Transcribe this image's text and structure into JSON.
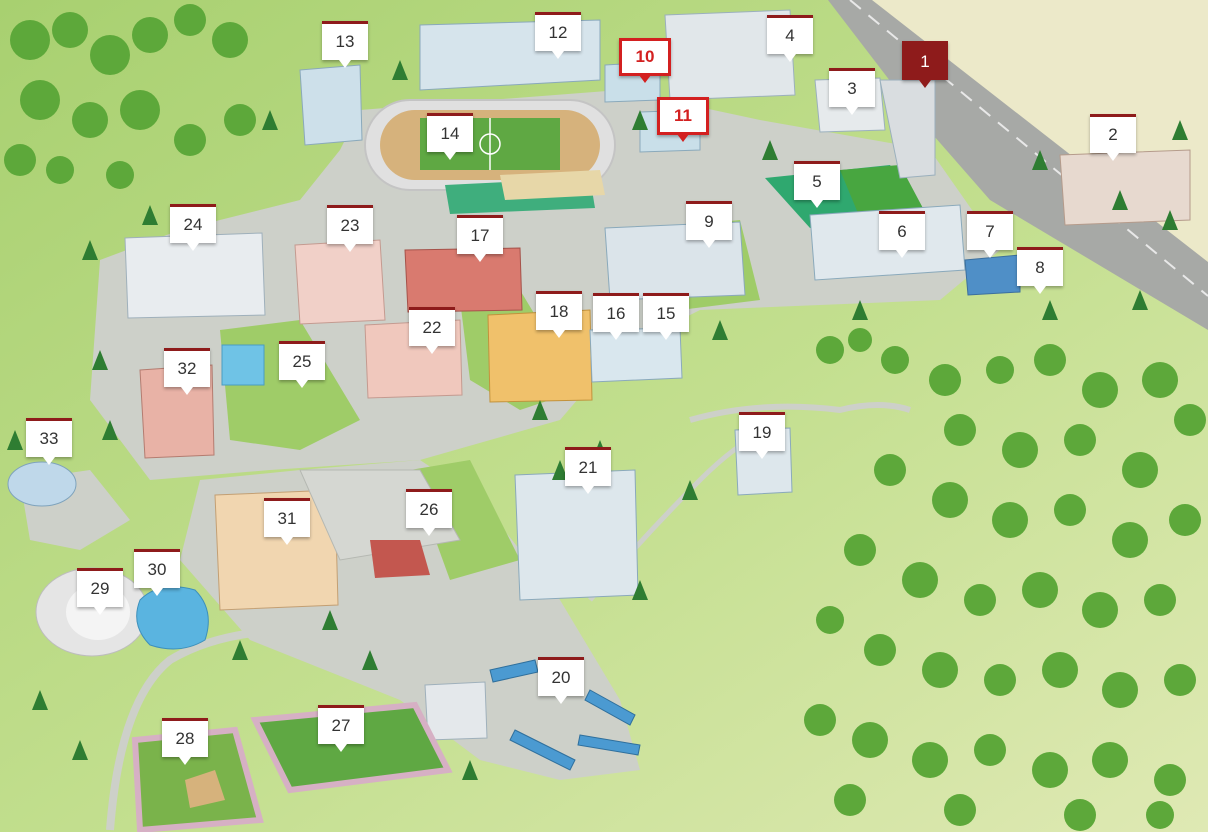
{
  "markers": [
    {
      "id": "marker-1",
      "label": "1",
      "style": "main"
    },
    {
      "id": "marker-2",
      "label": "2",
      "style": "normal"
    },
    {
      "id": "marker-3",
      "label": "3",
      "style": "normal"
    },
    {
      "id": "marker-4",
      "label": "4",
      "style": "normal"
    },
    {
      "id": "marker-5",
      "label": "5",
      "style": "normal"
    },
    {
      "id": "marker-6",
      "label": "6",
      "style": "normal"
    },
    {
      "id": "marker-7",
      "label": "7",
      "style": "normal"
    },
    {
      "id": "marker-8",
      "label": "8",
      "style": "normal"
    },
    {
      "id": "marker-9",
      "label": "9",
      "style": "normal"
    },
    {
      "id": "marker-10",
      "label": "10",
      "style": "highlight"
    },
    {
      "id": "marker-11",
      "label": "11",
      "style": "highlight"
    },
    {
      "id": "marker-12",
      "label": "12",
      "style": "normal"
    },
    {
      "id": "marker-13",
      "label": "13",
      "style": "normal"
    },
    {
      "id": "marker-14",
      "label": "14",
      "style": "normal"
    },
    {
      "id": "marker-15",
      "label": "15",
      "style": "normal"
    },
    {
      "id": "marker-16",
      "label": "16",
      "style": "normal"
    },
    {
      "id": "marker-17",
      "label": "17",
      "style": "normal"
    },
    {
      "id": "marker-18",
      "label": "18",
      "style": "normal"
    },
    {
      "id": "marker-19",
      "label": "19",
      "style": "normal"
    },
    {
      "id": "marker-20",
      "label": "20",
      "style": "normal"
    },
    {
      "id": "marker-21",
      "label": "21",
      "style": "normal"
    },
    {
      "id": "marker-22",
      "label": "22",
      "style": "normal"
    },
    {
      "id": "marker-23",
      "label": "23",
      "style": "normal"
    },
    {
      "id": "marker-24",
      "label": "24",
      "style": "normal"
    },
    {
      "id": "marker-25",
      "label": "25",
      "style": "normal"
    },
    {
      "id": "marker-26",
      "label": "26",
      "style": "normal"
    },
    {
      "id": "marker-27",
      "label": "27",
      "style": "normal"
    },
    {
      "id": "marker-28",
      "label": "28",
      "style": "normal"
    },
    {
      "id": "marker-29",
      "label": "29",
      "style": "normal"
    },
    {
      "id": "marker-30",
      "label": "30",
      "style": "normal"
    },
    {
      "id": "marker-31",
      "label": "31",
      "style": "normal"
    },
    {
      "id": "marker-32",
      "label": "32",
      "style": "normal"
    },
    {
      "id": "marker-33",
      "label": "33",
      "style": "normal"
    }
  ],
  "colors": {
    "grass": "#b6d88a",
    "grass_light": "#e6eebe",
    "path": "#c9ccc6",
    "road": "#a9a9a9",
    "pin_border": "#8e1b1b",
    "pin_highlight": "#d32020",
    "forest": "#6db33f",
    "field": "#5fa843",
    "track": "#d5b07a",
    "water": "#5ab4e0"
  }
}
